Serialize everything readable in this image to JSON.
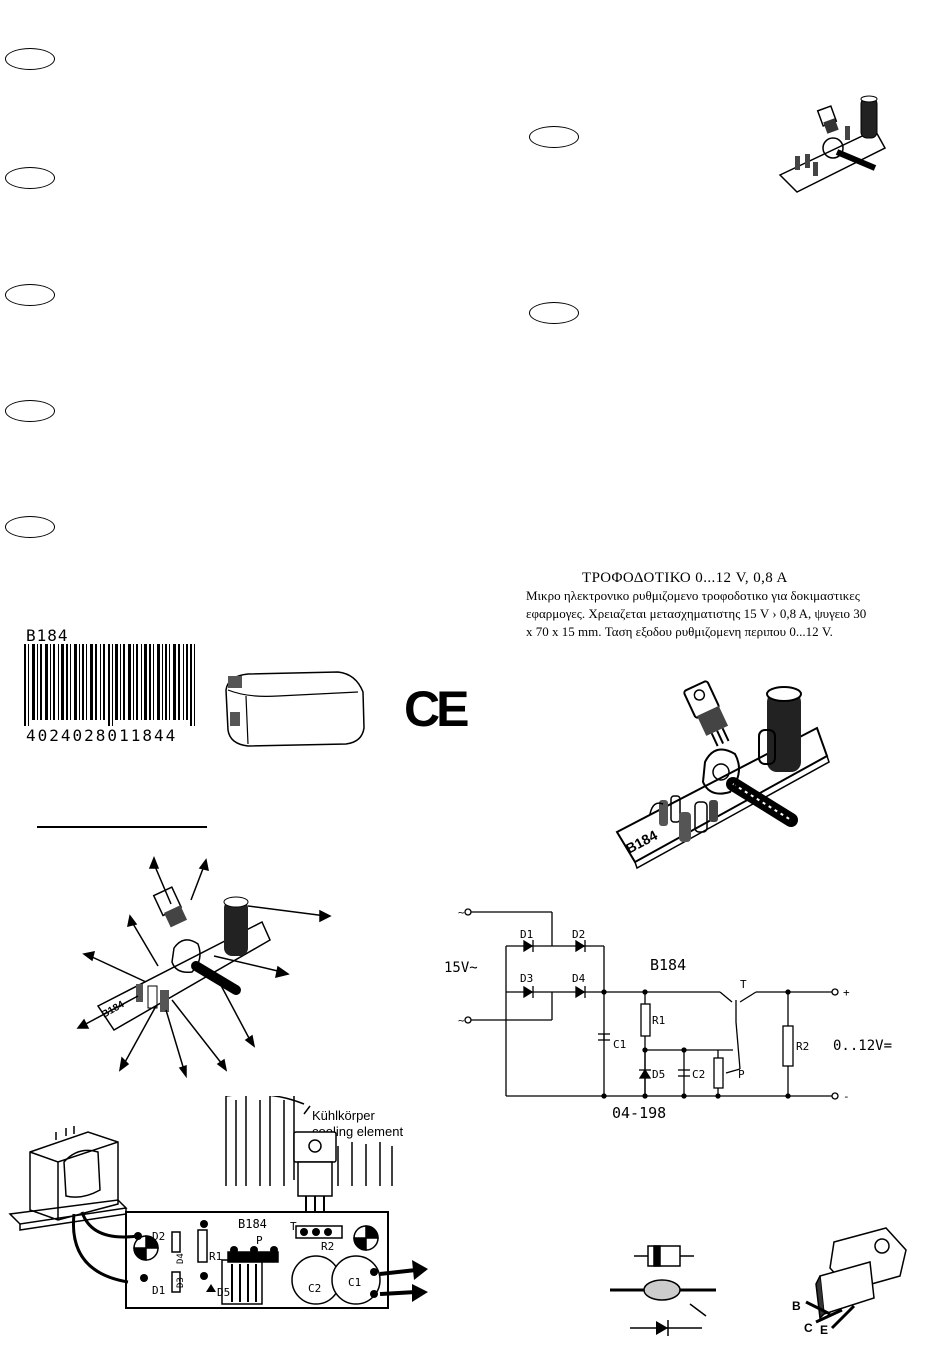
{
  "barcode": {
    "label": "B184",
    "number": "4024028011844"
  },
  "ce_mark": "CE",
  "greek": {
    "title": "ΤΡΟΦΟΔΟΤΙΚΟ 0...12 V, 0,8 A",
    "line1": "Μικρο ηλεκτρονικο ρυθμιζομενο τροφοδοτικο για δοκιμαστικες",
    "line2": "εφαρμογες. Χρειαζεται μετασχηματιστης 15 V › 0,8 A, ψυγειο 30",
    "line3": "x 70 x 15 mm. Ταση εξοδου ρυθμιζομενη περιπου 0...12 V."
  },
  "pcb_label": "B184",
  "schematic": {
    "input_voltage": "15V~",
    "title": "B184",
    "code": "04-198",
    "output": "0..12V=",
    "D1": "D1",
    "D2": "D2",
    "D3": "D3",
    "D4": "D4",
    "D5": "D5",
    "R1": "R1",
    "R2": "R2",
    "C1": "C1",
    "C2": "C2",
    "P": "P",
    "T": "T",
    "plus": "+",
    "minus": "-",
    "ac1": "~",
    "ac2": "~"
  },
  "wiring": {
    "heatsink_de": "Kühlkörper",
    "heatsink_en": "cooling element",
    "board": "B184",
    "D1": "D1",
    "D2": "D2",
    "D3": "D3",
    "D4": "D4",
    "D5": "D5",
    "R1": "R1",
    "R2": "R2",
    "P": "P",
    "T": "T",
    "C1": "C1",
    "C2": "C2"
  },
  "transistor_pins": {
    "b": "B",
    "c": "C",
    "e": "E"
  }
}
